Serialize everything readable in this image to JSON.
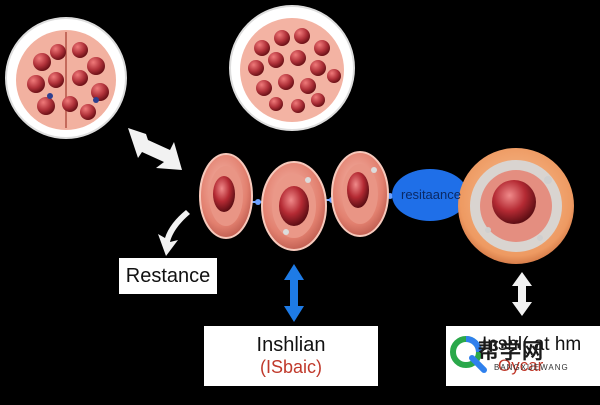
{
  "labels": {
    "pill": "resitaance",
    "left_box": "Restance",
    "center_box_main": "Inshlian",
    "center_box_sub": "(ISbaic)",
    "right_box_main": "Inshl( at hm",
    "right_box_sub": "Oycar"
  },
  "watermark": {
    "text": "帮学网",
    "subtext": "BANGXUEWANG",
    "icon": "q-logo-icon"
  },
  "colors": {
    "background": "#000000",
    "cell_pink": "#e8897a",
    "cell_dark_red": "#a8242c",
    "pill_blue": "#1f6fe8",
    "arrow_blue": "#1e7be6",
    "label_sub_red": "#c0392b"
  }
}
